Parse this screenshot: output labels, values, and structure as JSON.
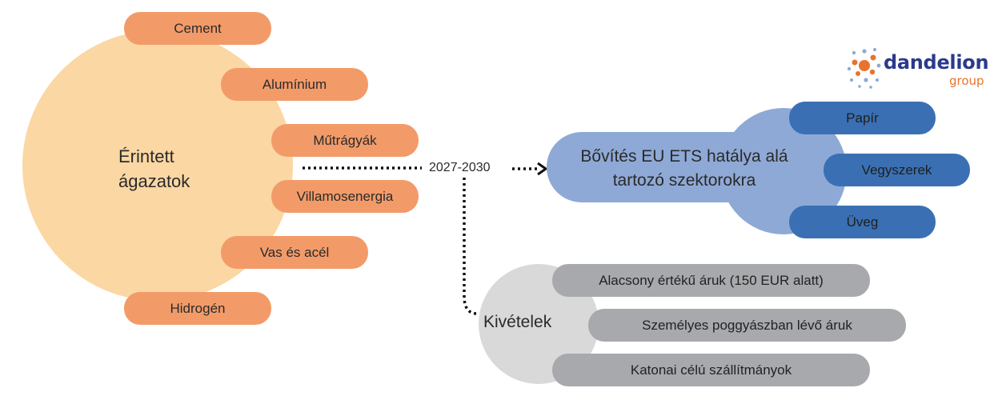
{
  "left_group": {
    "title": "Érintett ágazatok",
    "items": [
      "Cement",
      "Alumínium",
      "Műtrágyák",
      "Villamosenergia",
      "Vas és acél",
      "Hidrogén"
    ]
  },
  "timeline_label": "2027-2030",
  "extension_group": {
    "title": "Bővítés EU ETS hatálya alá tartozó szektorokra",
    "items": [
      "Papír",
      "Vegyszerek",
      "Üveg"
    ]
  },
  "exceptions_group": {
    "title": "Kivételek",
    "items": [
      "Alacsony értékű áruk (150 EUR alatt)",
      "Személyes poggyászban lévő áruk",
      "Katonai célú szállítmányok"
    ]
  },
  "logo": {
    "name": "dandelion",
    "sub": "group"
  },
  "colors": {
    "orange_circle": "#FBD7A3",
    "orange_pill": "#F29B69",
    "blue_circle": "#8EA9D6",
    "blue_pill": "#3A70B3",
    "grey_circle": "#D9D9D9",
    "grey_pill": "#A7A9AC"
  }
}
